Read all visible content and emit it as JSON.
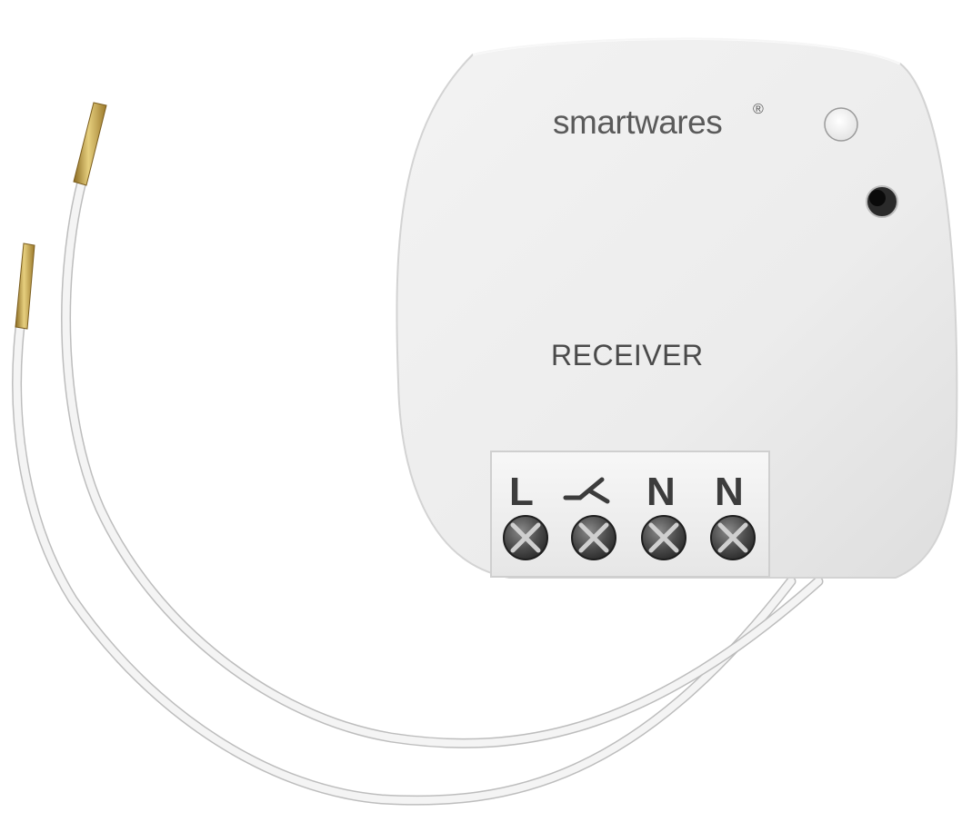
{
  "device": {
    "brand": "smartwares",
    "brand_mark": "®",
    "model_label": "RECEIVER",
    "terminals": [
      {
        "label": "L",
        "kind": "text"
      },
      {
        "label": "",
        "kind": "switched-output-symbol"
      },
      {
        "label": "N",
        "kind": "text"
      },
      {
        "label": "N",
        "kind": "text"
      }
    ]
  },
  "colors": {
    "housing": "#ededed",
    "housing_edge": "#d6d6d6",
    "wire": "#f4f4f4",
    "wire_edge": "#bdbdbd",
    "brass": "#c8a84e",
    "text": "#555555"
  }
}
